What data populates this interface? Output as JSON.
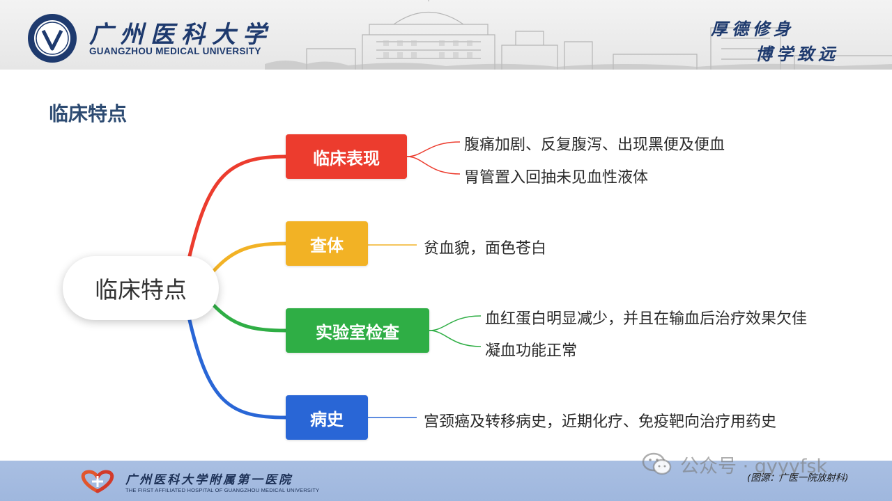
{
  "header": {
    "university_cn": "广州医科大学",
    "university_en": "GUANGZHOU MEDICAL UNIVERSITY",
    "motto_line1": "厚德修身",
    "motto_line2": "博学致远"
  },
  "title": "临床特点",
  "mindmap": {
    "center": "临床特点",
    "branches": [
      {
        "label": "临床表现",
        "color": "#ec3c2e",
        "items": [
          "腹痛加剧、反复腹泻、出现黑便及便血",
          "胃管置入回抽未见血性液体"
        ]
      },
      {
        "label": "查体",
        "color": "#f2b225",
        "items": [
          "贫血貌，面色苍白"
        ]
      },
      {
        "label": "实验室检查",
        "color": "#2fae45",
        "items": [
          "血红蛋白明显减少，并且在输血后治疗效果欠佳",
          "凝血功能正常"
        ]
      },
      {
        "label": "病史",
        "color": "#2966d6",
        "items": [
          "宫颈癌及转移病史，近期化疗、免疫靶向治疗用药史"
        ]
      }
    ]
  },
  "footer": {
    "hospital_cn": "广州医科大学附属第一医院",
    "hospital_en": "THE FIRST AFFILIATED HOSPITAL OF GUANGZHOU MEDICAL UNIVERSITY",
    "watermark": "公众号 · gyyyfsk",
    "source": "(图源：广医一院放射科)"
  },
  "colors": {
    "title": "#2d4b72",
    "header_text": "#1e3a6e",
    "footer_bg": "#a9bfe2"
  }
}
